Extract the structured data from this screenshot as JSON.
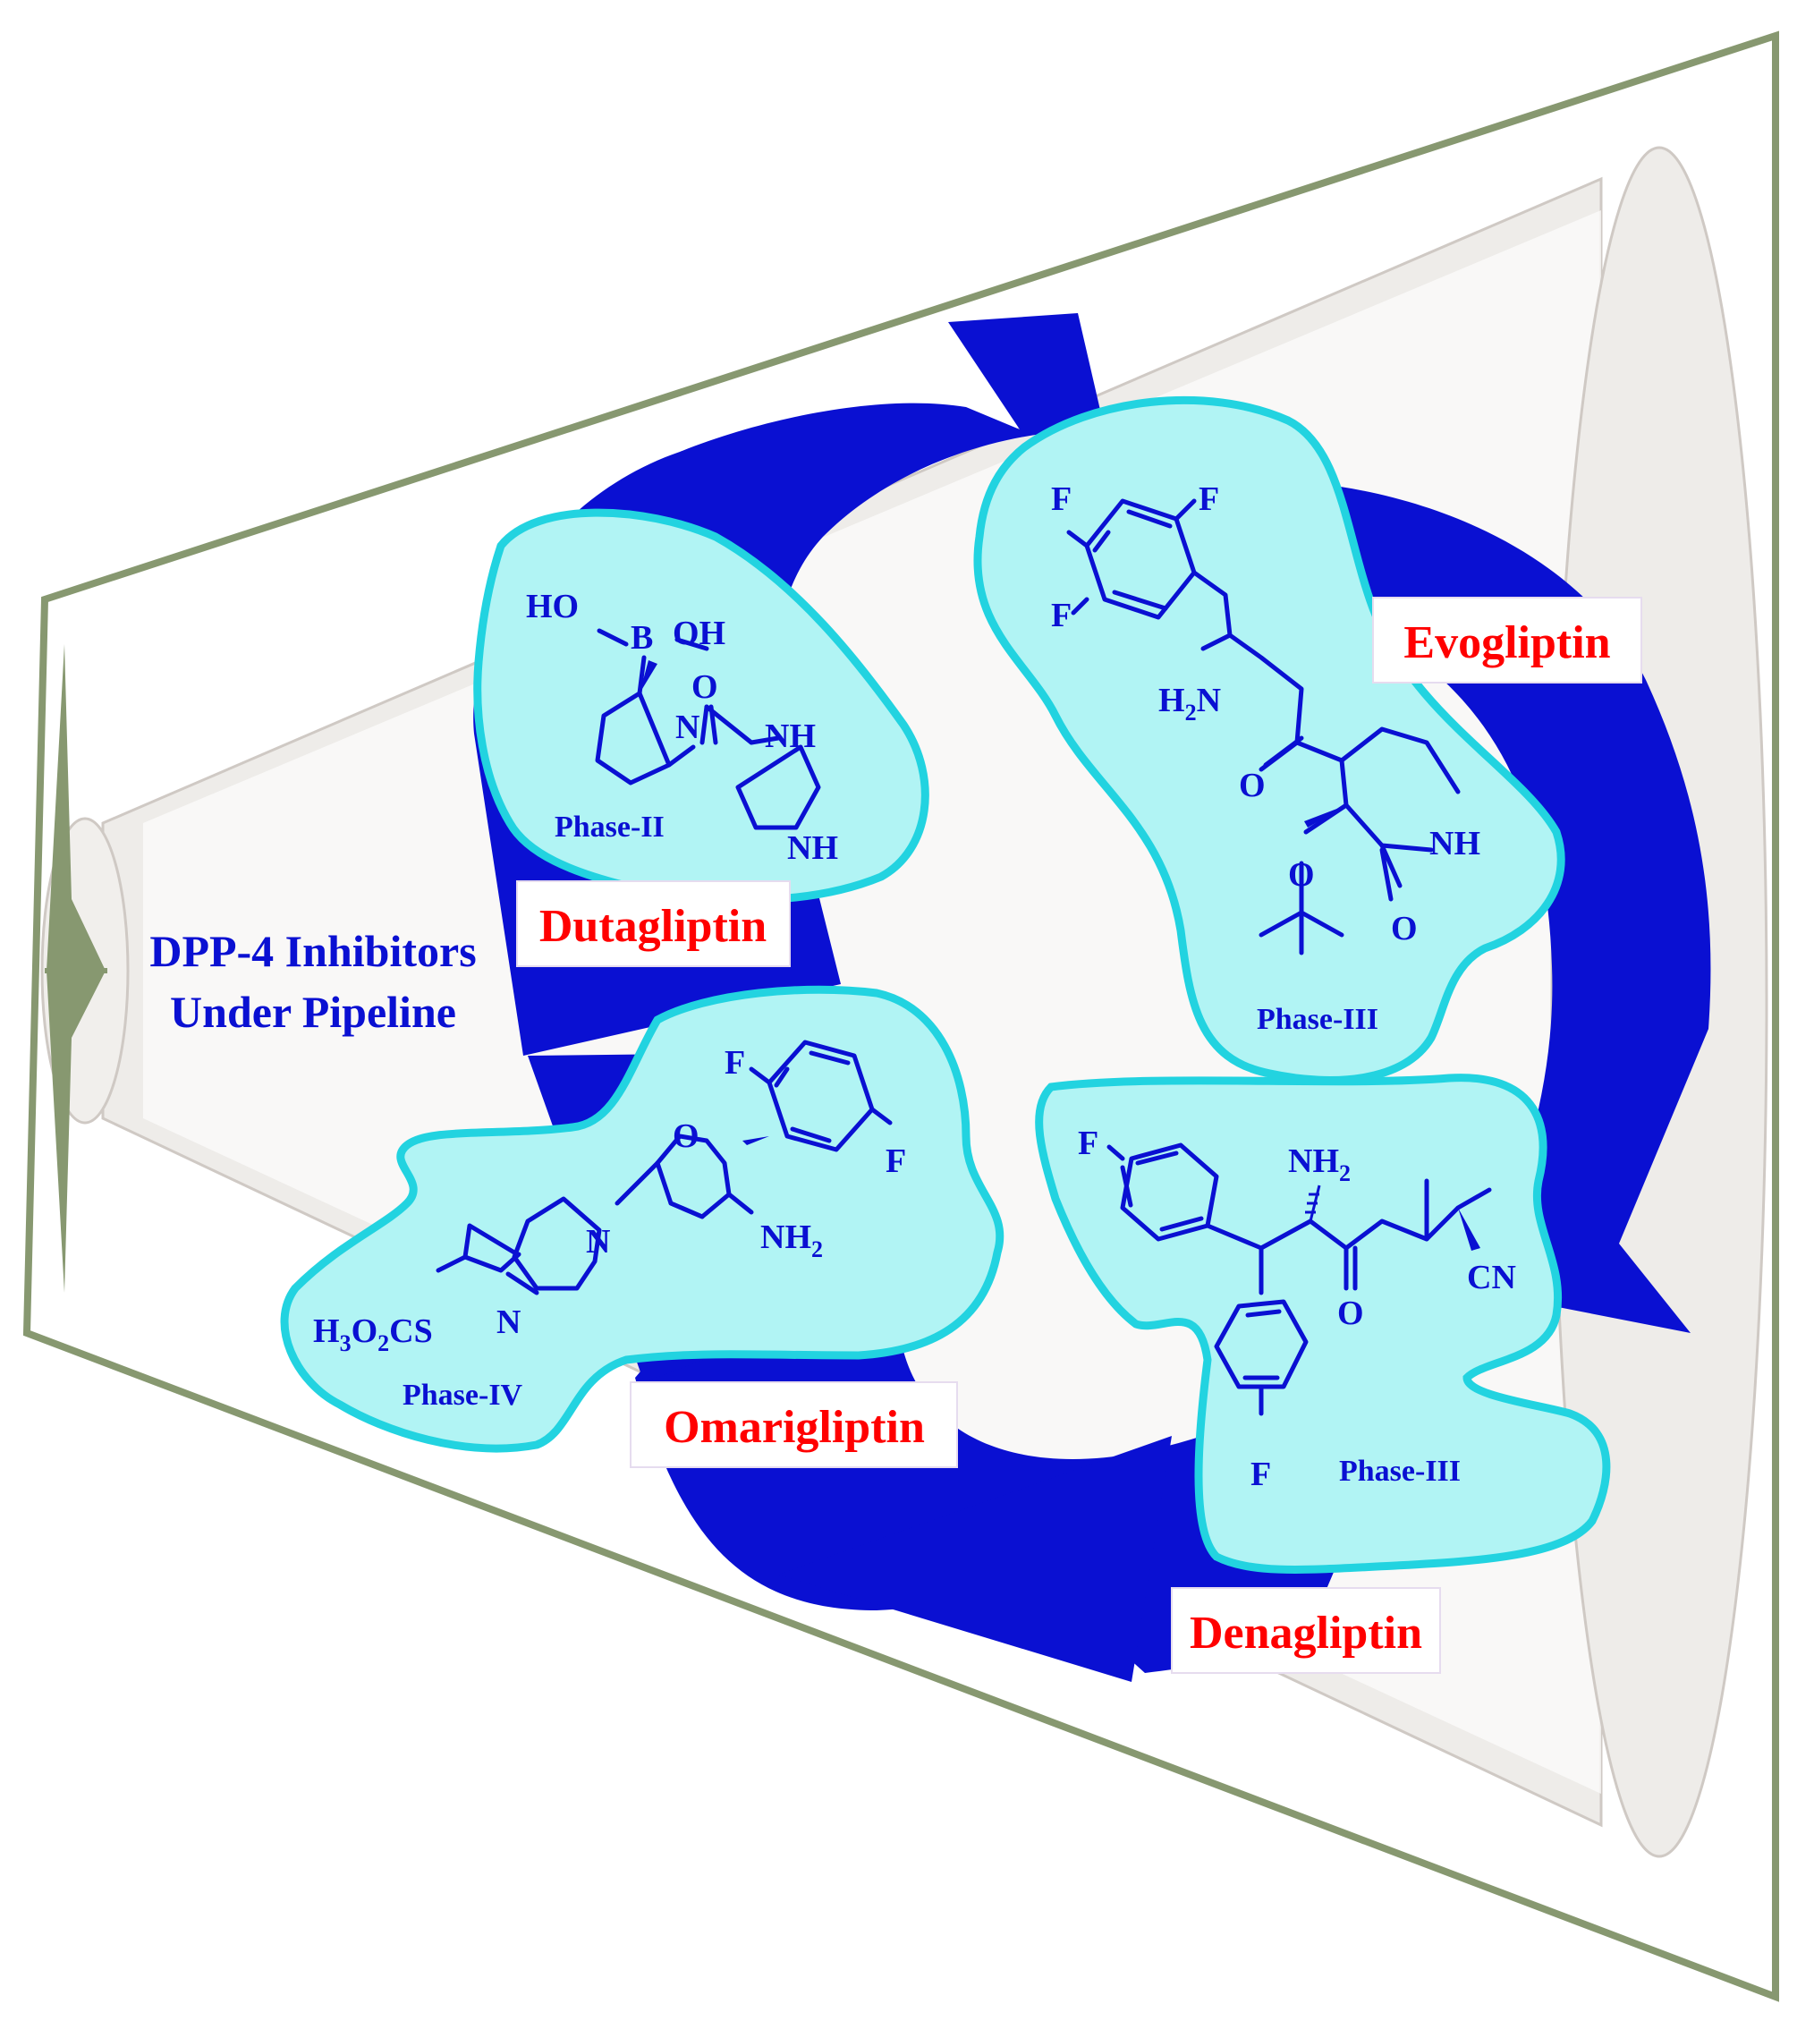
{
  "title": {
    "line1": "DPP-4 Inhibitors",
    "line2": "Under Pipeline"
  },
  "colors": {
    "frame": "#879870",
    "arrow": "#0a10d2",
    "blob_fill": "#b1f4f4",
    "blob_stroke": "#22d3e0",
    "drug_name": "#ff0000",
    "structure": "#0a10d2",
    "cone": "#eceae6"
  },
  "drugs": [
    {
      "name": "Dutagliptin",
      "phase": "Phase-II",
      "atoms": {
        "ho": "HO",
        "b": "B",
        "oh": "OH",
        "n": "N",
        "o": "O",
        "nh": "NH",
        "nh2": "NH"
      }
    },
    {
      "name": "Evogliptin",
      "phase": "Phase-III",
      "atoms": {
        "f1": "F",
        "f2": "F",
        "f3": "F",
        "h2n": "H",
        "h2n_sub": "2",
        "h2n_n": "N",
        "o1": "O",
        "nh": "NH",
        "o2": "O",
        "o3": "O"
      }
    },
    {
      "name": "Omarigliptin",
      "phase": "Phase-IV",
      "atoms": {
        "f1": "F",
        "f2": "F",
        "o": "O",
        "n1": "N",
        "n2": "N",
        "nh2": "NH",
        "nh2_sub": "2",
        "h3o2cs_a": "H",
        "h3o2cs_b": "3",
        "h3o2cs_c": "O",
        "h3o2cs_d": "2",
        "h3o2cs_e": "CS"
      }
    },
    {
      "name": "Denagliptin",
      "phase": "Phase-III",
      "atoms": {
        "f1": "F",
        "f2": "F",
        "nh2": "NH",
        "nh2_sub": "2",
        "o": "O",
        "cn": "CN"
      }
    }
  ]
}
